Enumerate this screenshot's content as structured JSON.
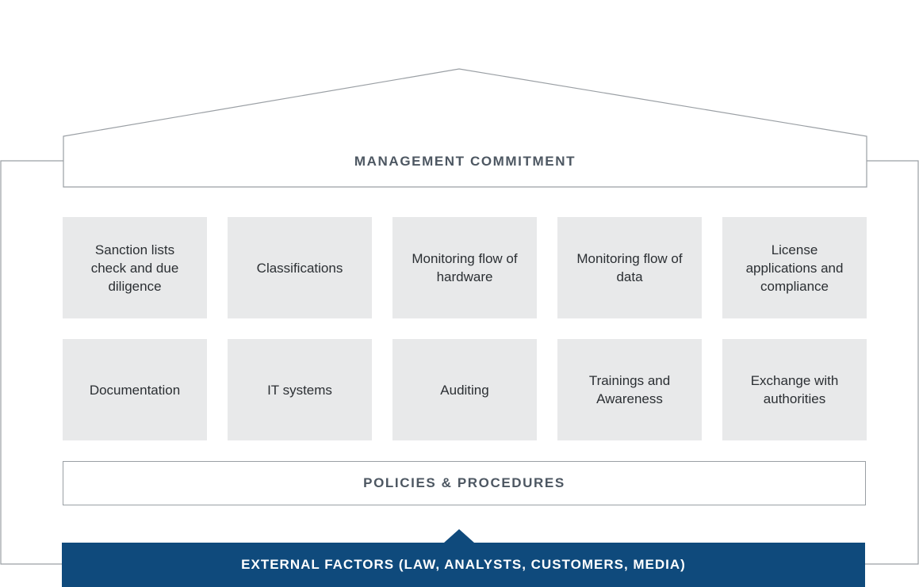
{
  "roof": {
    "label": "MANAGEMENT COMMITMENT"
  },
  "pillars": {
    "row1": [
      "Sanction lists check and due diligence",
      "Classifications",
      "Monitoring flow of hardware",
      "Monitoring flow of data",
      "License applications and compliance"
    ],
    "row2": [
      "Documentation",
      "IT systems",
      "Auditing",
      "Trainings and Awareness",
      "Exchange with authorities"
    ]
  },
  "foundation": {
    "label": "POLICIES & PROCEDURES"
  },
  "external": {
    "label": "EXTERNAL FACTORS (LAW, ANALYSTS, CUSTOMERS, MEDIA)"
  },
  "colors": {
    "tile": "#e8e9ea",
    "text": "#4d5762",
    "base": "#0f4a7c",
    "line": "#9a9fa4"
  }
}
